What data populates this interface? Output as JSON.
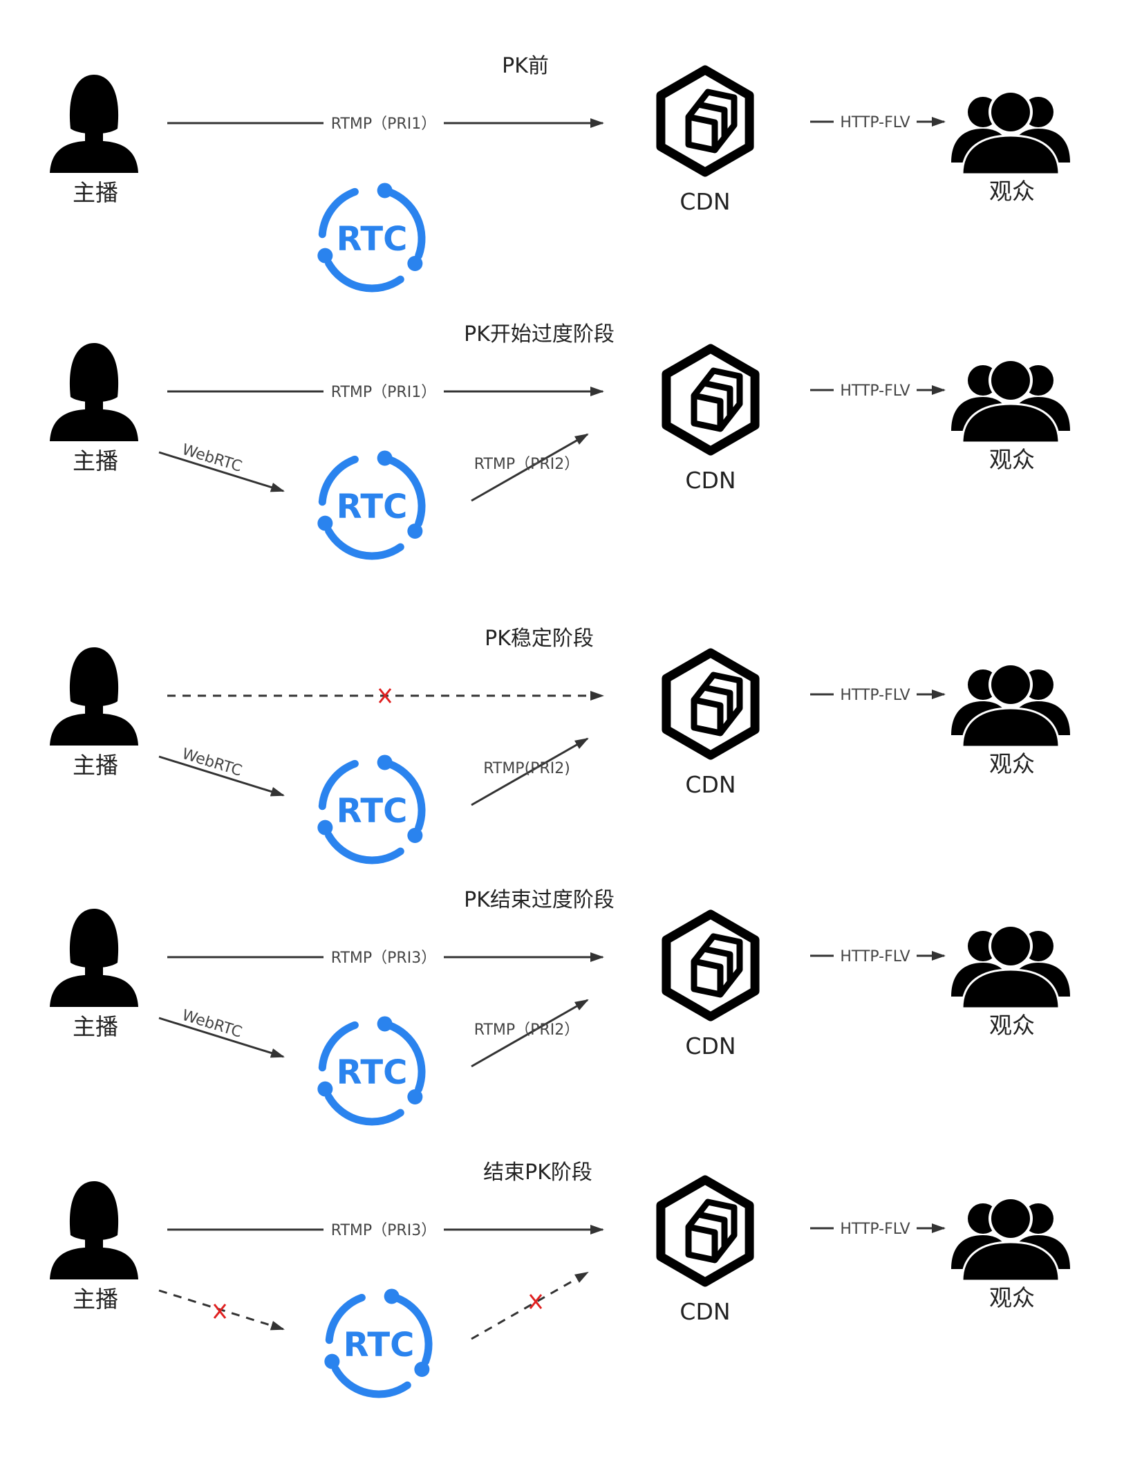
{
  "colors": {
    "rtc_blue": "#2a83ee",
    "ink": "#000000",
    "cross_red": "#e02020"
  },
  "labels": {
    "host": "主播",
    "cdn": "CDN",
    "audience": "观众",
    "rtc": "RTC",
    "http_flv": "HTTP-FLV",
    "webrtc": "WebRTC"
  },
  "icons": {
    "host": "person-icon",
    "rtc": "rtc-logo-icon",
    "cdn": "cdn-hexagon-icon",
    "audience": "group-icon"
  },
  "stages": [
    {
      "title": "PK前",
      "top_edge": {
        "label": "RTMP（PRI1）",
        "style": "solid",
        "crossed": false
      },
      "webrtc_edge": null,
      "rtc_edge": null
    },
    {
      "title": "PK开始过度阶段",
      "top_edge": {
        "label": "RTMP（PRI1）",
        "style": "solid",
        "crossed": false
      },
      "webrtc_edge": {
        "label": "WebRTC",
        "style": "solid",
        "crossed": false
      },
      "rtc_edge": {
        "label": "RTMP（PRI2）",
        "style": "solid",
        "crossed": false
      }
    },
    {
      "title": "PK稳定阶段",
      "top_edge": {
        "label": "",
        "style": "dashed",
        "crossed": true
      },
      "webrtc_edge": {
        "label": "WebRTC",
        "style": "solid",
        "crossed": false
      },
      "rtc_edge": {
        "label": "RTMP(PRI2)",
        "style": "solid",
        "crossed": false
      }
    },
    {
      "title": "PK结束过度阶段",
      "top_edge": {
        "label": "RTMP（PRI3）",
        "style": "solid",
        "crossed": false
      },
      "webrtc_edge": {
        "label": "WebRTC",
        "style": "solid",
        "crossed": false
      },
      "rtc_edge": {
        "label": "RTMP（PRI2）",
        "style": "solid",
        "crossed": false
      }
    },
    {
      "title": "结束PK阶段",
      "top_edge": {
        "label": "RTMP（PRI3）",
        "style": "solid",
        "crossed": false
      },
      "webrtc_edge": {
        "label": "",
        "style": "dashed",
        "crossed": true
      },
      "rtc_edge": {
        "label": "",
        "style": "dashed",
        "crossed": true
      }
    }
  ]
}
